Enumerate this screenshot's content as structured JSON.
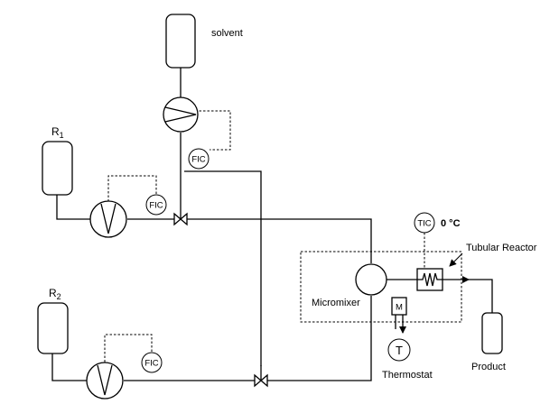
{
  "labels": {
    "solvent": "solvent",
    "r1_main": "R",
    "r1_sub": "1",
    "r2_main": "R",
    "r2_sub": "2",
    "fic_solvent": "FIC",
    "fic_r1": "FIC",
    "fic_r2": "FIC",
    "tic": "TIC",
    "temperature": "0 °C",
    "tubular_reactor": "Tubular Reactor",
    "micromixer": "Micromixer",
    "heater_symbol": "M",
    "thermostat_symbol": "T",
    "thermostat": "Thermostat",
    "product": "Product"
  }
}
